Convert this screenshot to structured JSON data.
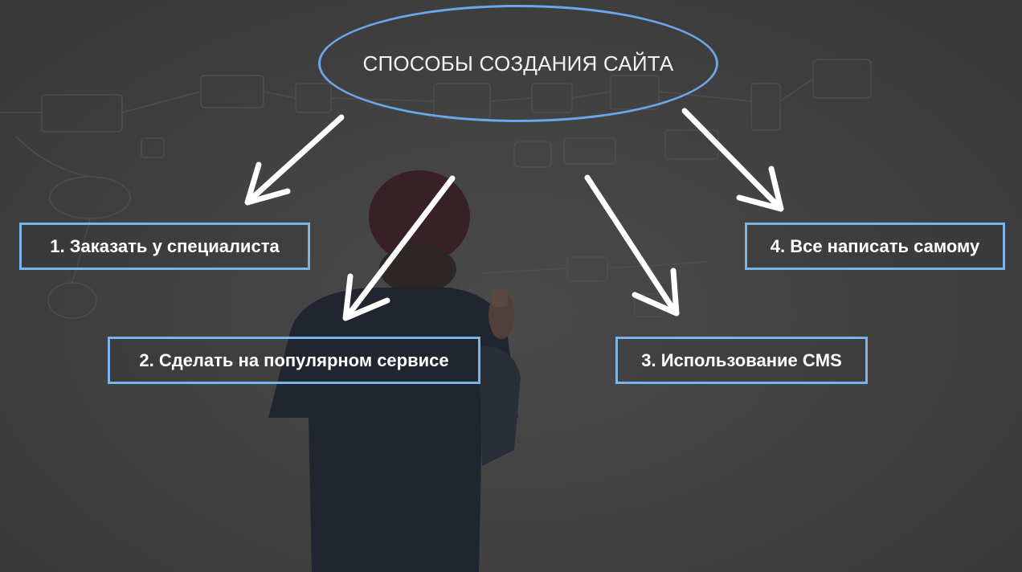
{
  "diagram": {
    "title": "СПОСОБЫ СОЗДАНИЯ САЙТА",
    "methods": [
      {
        "label": "1. Заказать у специалиста"
      },
      {
        "label": "2. Сделать на популярном сервисе"
      },
      {
        "label": "3. Использование CMS"
      },
      {
        "label": "4. Все написать самому"
      }
    ]
  },
  "colors": {
    "background": "#474747",
    "outline_blue": "#6aa6e8",
    "arrow": "#ffffff",
    "text": "#ffffff"
  }
}
